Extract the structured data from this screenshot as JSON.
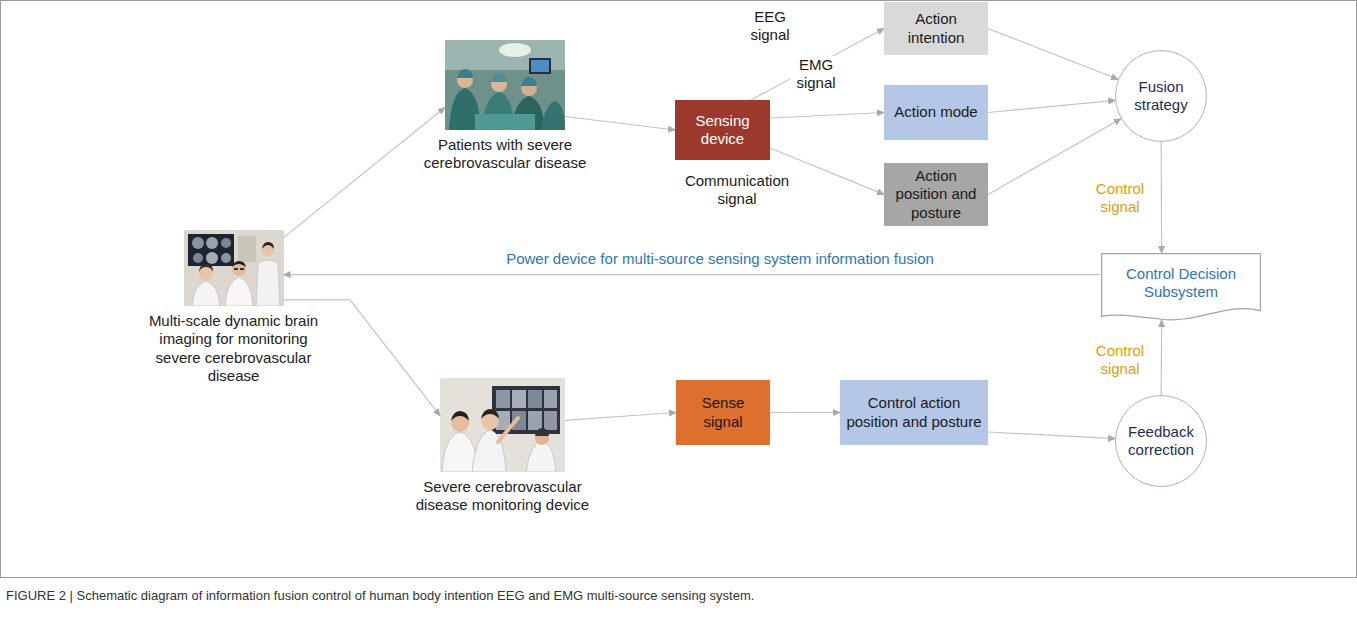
{
  "diagram": {
    "caption": "FIGURE 2 | Schematic diagram of information fusion control of human body intention EEG and EMG multi-source sensing system.",
    "nodes": [
      {
        "text": [
          "Multi-scale dynamic brain imaging for monitoring severe cerebrovascular disease"
        ]
      },
      {
        "text": [
          "Patients with severe cerebrovascular disease"
        ]
      },
      {
        "text": [
          "Sensing device"
        ]
      },
      {
        "text": [
          "Action intention"
        ]
      },
      {
        "text": [
          "Action mode"
        ]
      },
      {
        "text": [
          "Action position and posture"
        ]
      },
      {
        "text": [
          "Fusion strategy"
        ]
      },
      {
        "text": [
          "Control Decision Subsystem"
        ]
      },
      {
        "text": [
          "Severe cerebrovascular disease monitoring device"
        ]
      },
      {
        "text": [
          "Sense signal"
        ]
      },
      {
        "text": [
          "Control action position and posture"
        ]
      },
      {
        "text": [
          "Feedback correction"
        ]
      }
    ],
    "edges": [
      {
        "from": 0,
        "to": 1,
        "arrow": "to"
      },
      {
        "from": 0,
        "to": 8,
        "arrow": "to"
      },
      {
        "from": 1,
        "to": 2,
        "arrow": "to"
      },
      {
        "from": 2,
        "to": 3,
        "label": "EEG signal",
        "arrow": "to"
      },
      {
        "from": 2,
        "to": 4,
        "label": "EMG signal",
        "arrow": "to"
      },
      {
        "from": 2,
        "to": 5,
        "label": "Communication signal",
        "arrow": "to"
      },
      {
        "from": 3,
        "to": 6,
        "arrow": "to"
      },
      {
        "from": 4,
        "to": 6,
        "arrow": "to"
      },
      {
        "from": 5,
        "to": 6,
        "arrow": "to"
      },
      {
        "from": 6,
        "to": 7,
        "label": "Control signal",
        "arrow": "to"
      },
      {
        "from": 11,
        "to": 7,
        "label": "Control signal",
        "arrow": "to"
      },
      {
        "from": 7,
        "to": 0,
        "label": "Power device for multi-source sensing system information fusion",
        "arrow": "to"
      },
      {
        "from": 8,
        "to": 9,
        "arrow": "to"
      },
      {
        "from": 9,
        "to": 10,
        "arrow": "to"
      },
      {
        "from": 10,
        "to": 11,
        "arrow": "to"
      }
    ]
  }
}
